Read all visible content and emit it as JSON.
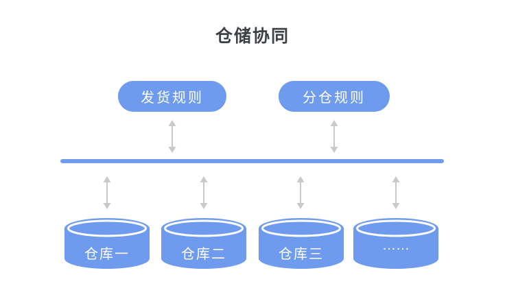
{
  "title": "仓储协同",
  "colors": {
    "primary_blue": "#6f9bee",
    "arrow_gray": "#c9c9c9",
    "title_text": "#3d4045",
    "label_text": "#ffffff",
    "background": "#ffffff"
  },
  "rules": [
    {
      "label": "发货规则"
    },
    {
      "label": "分仓规则"
    }
  ],
  "warehouses": [
    {
      "label": "仓库一"
    },
    {
      "label": "仓库二"
    },
    {
      "label": "仓库三"
    },
    {
      "label": "……"
    }
  ]
}
